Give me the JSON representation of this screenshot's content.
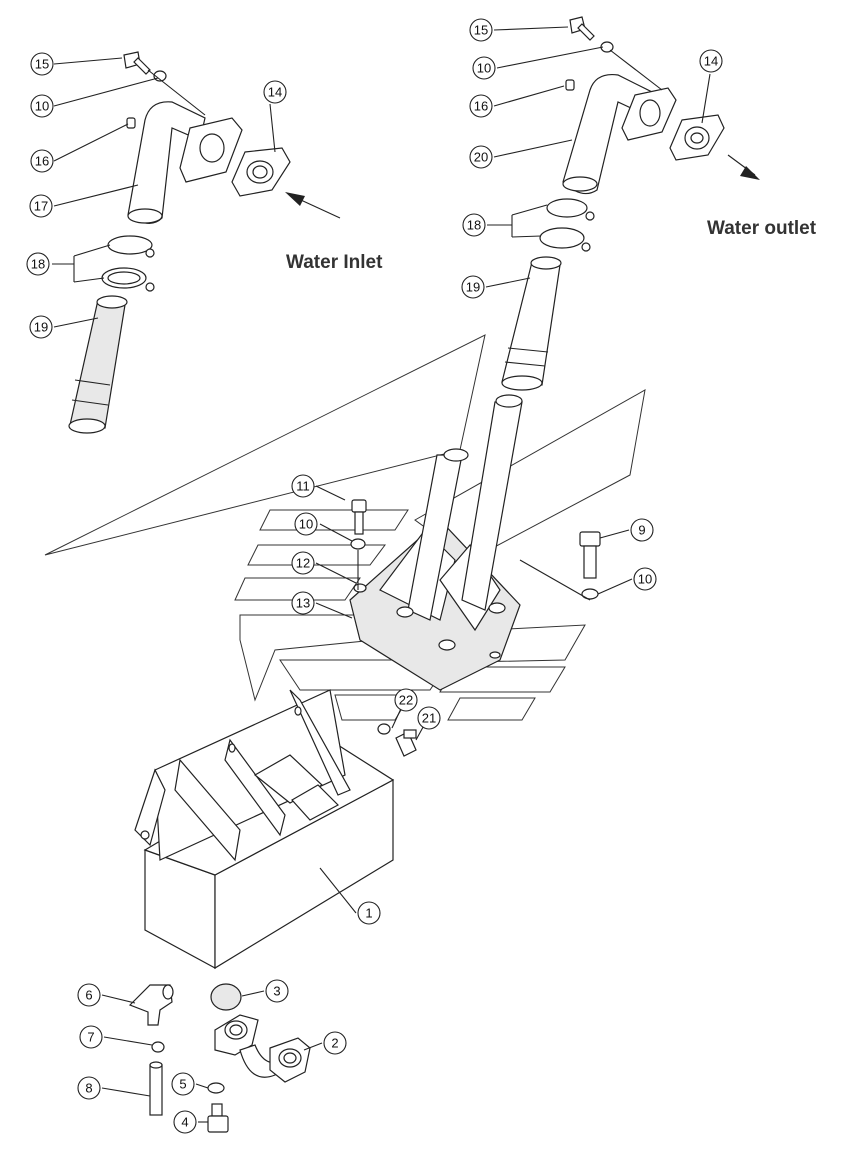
{
  "labels": {
    "water_inlet": "Water Inlet",
    "water_outlet": "Water outlet"
  },
  "callouts": {
    "c15a": "15",
    "c10a": "10",
    "c16a": "16",
    "c17": "17",
    "c14a": "14",
    "c18a": "18",
    "c19a": "19",
    "c15b": "15",
    "c10b": "10",
    "c16b": "16",
    "c20": "20",
    "c14b": "14",
    "c18b": "18",
    "c19b": "19",
    "c11": "11",
    "c10c": "10",
    "c12": "12",
    "c13": "13",
    "c9": "9",
    "c10d": "10",
    "c22": "22",
    "c21": "21",
    "c1": "1",
    "c6": "6",
    "c3": "3",
    "c7": "7",
    "c2": "2",
    "c8": "8",
    "c5": "5",
    "c4": "4"
  }
}
